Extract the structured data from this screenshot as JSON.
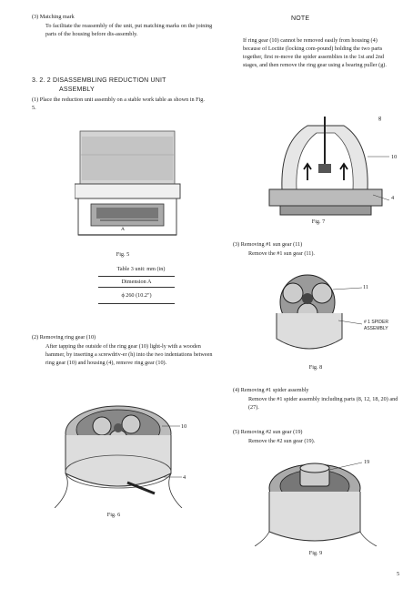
{
  "left": {
    "matching_mark_head": "(3)  Matching mark",
    "matching_mark_body": "To facilitate the reassembly of the unit, put matching marks on the joining parts of the housing before dis-assembly.",
    "section_title_1": "3. 2. 2  DISASSEMBLING REDUCTION UNIT",
    "section_title_2": "ASSEMBLY",
    "step1_head": "(1)  Place the reduction unit assembly on a stable work table as shown in Fig. 5.",
    "fig5_label_a": "A",
    "fig5_caption": "Fig. 5",
    "table3_title": "Table 3   unit: mm (in)",
    "table3_header": "Dimension A",
    "table3_value": "ϕ 260 (10.2\")",
    "step2_head": "(2)  Removing ring gear (10)",
    "step2_body": "After tapping the outside of the ring gear (10) light-ly with a wooden hammer, by inserting a screwdriv-er (h) into the two indentations between ring gear (10) and housing (4), remove ring gear (10).",
    "fig6_label_10": "10",
    "fig6_label_4": "4",
    "fig6_caption": "Fig. 6"
  },
  "right": {
    "note_title": "NOTE",
    "note_body": "If ring gear (10) cannot be removed easily from housing (4) because of Loctite (locking com-pound) holding the two parts together, first re-move the spider assemblies in the 1st and 2nd stages, and then remove the ring gear using a bearing puller (g).",
    "fig7_label_g": "g",
    "fig7_label_10": "10",
    "fig7_label_4": "4",
    "fig7_caption": "Fig. 7",
    "step3_head": "(3)  Removing #1 sun gear (11)",
    "step3_body": "Remove the #1 sun gear (11).",
    "fig8_label_11": "11",
    "fig8_label_spider1": "# 1 SPIDER",
    "fig8_label_spider2": "ASSEMBLY",
    "fig8_caption": "Fig. 8",
    "step4_head": "(4)  Removing #1 spider assembly",
    "step4_body": "Remove the #1 spider assembly including parts (8, 12, 18, 20) and (27).",
    "step5_head": "(5)  Removing #2 sun gear (19)",
    "step5_body": "Remove the #2 sun gear (19).",
    "fig9_label_19": "19",
    "fig9_caption": "Fig. 9"
  },
  "page_number": "5"
}
